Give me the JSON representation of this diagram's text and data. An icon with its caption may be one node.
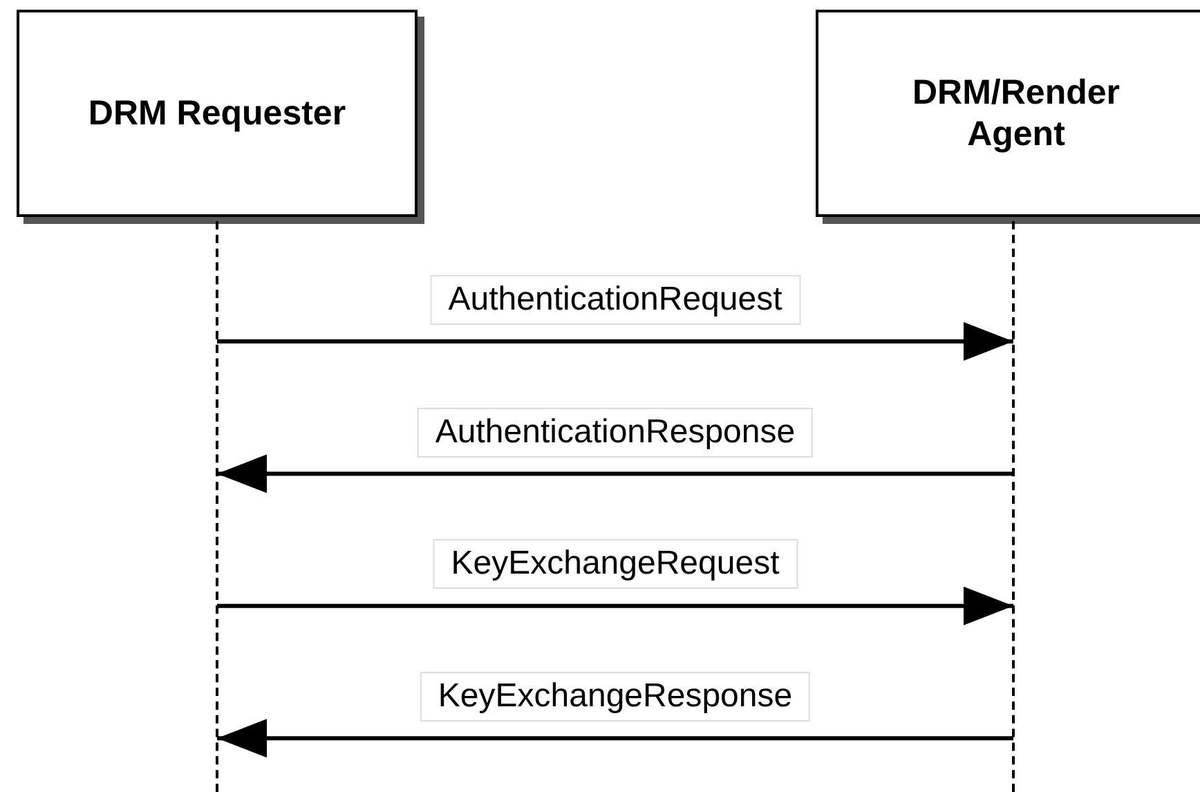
{
  "diagram": {
    "nodes": [
      {
        "text": [
          "DRM Requester"
        ]
      },
      {
        "text": [
          "DRM/Render Agent"
        ]
      },
      {
        "text": [],
        "shape": "line"
      },
      {
        "text": [],
        "shape": "line"
      }
    ],
    "edges": [
      {
        "from": 2,
        "to": 3,
        "arrow": "to",
        "label": "AuthenticationRequest"
      },
      {
        "from": 3,
        "to": 2,
        "arrow": "to",
        "label": "AuthenticationResponse"
      },
      {
        "from": 2,
        "to": 3,
        "arrow": "to",
        "label": "KeyExchangeRequest"
      },
      {
        "from": 3,
        "to": 2,
        "arrow": "to",
        "label": "KeyExchangeResponse"
      }
    ]
  }
}
